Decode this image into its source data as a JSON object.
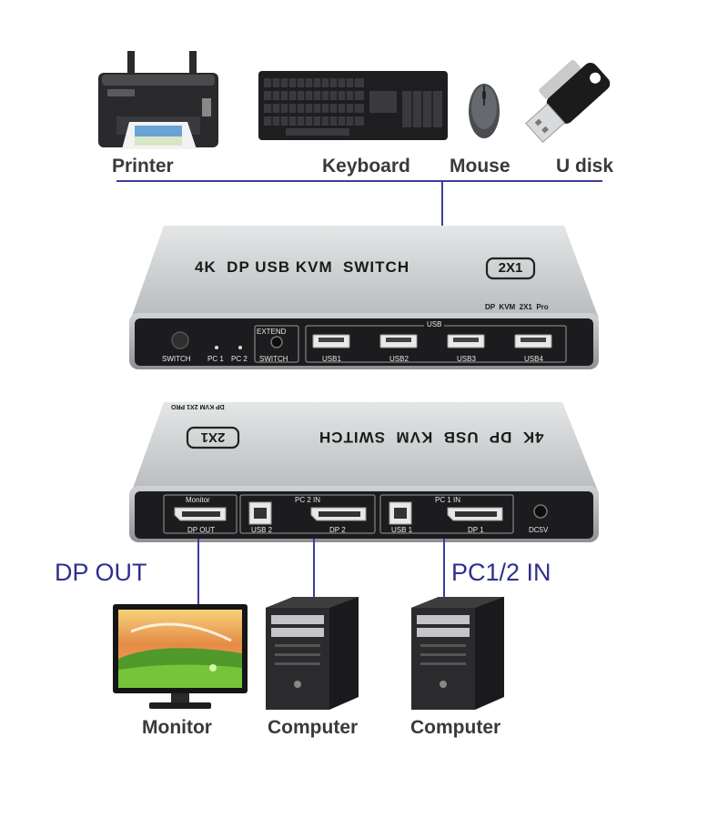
{
  "peripherals": {
    "printer": "Printer",
    "keyboard": "Keyboard",
    "mouse": "Mouse",
    "udisk": "U disk"
  },
  "front_panel": {
    "title": "4K  DP USB KVM  SWITCH",
    "badge": "2X1",
    "model": "DP  KVM  2X1  Pro",
    "switch_label": "SWITCH",
    "pc1": "PC 1",
    "pc2": "PC 2",
    "extend": "EXTEND",
    "extend_switch": "SWITCH",
    "usb_group": "USB",
    "usb_ports": [
      "USB1",
      "USB2",
      "USB3",
      "USB4"
    ]
  },
  "rear_panel": {
    "title": "4K  DP  USB  KVM  SWITCH",
    "badge": "2X1",
    "model": "DP KVM 2X1 PRO",
    "monitor": "Monitor",
    "dp_out": "DP OUT",
    "pc2_in": "PC 2 IN",
    "usb2": "USB 2",
    "dp2": "DP 2",
    "pc1_in": "PC 1 IN",
    "usb1": "USB 1",
    "dp1": "DP 1",
    "dc5v": "DC5V"
  },
  "callouts": {
    "dp_out": "DP OUT",
    "pc_in": "PC1/2 IN"
  },
  "devices": {
    "monitor": "Monitor",
    "computer1": "Computer",
    "computer2": "Computer"
  },
  "colors": {
    "connector_line": "#3b3da0",
    "label_blue": "#2e2f8f",
    "device_silver": "#c9cbcc",
    "panel_black": "#1b1b1b"
  }
}
